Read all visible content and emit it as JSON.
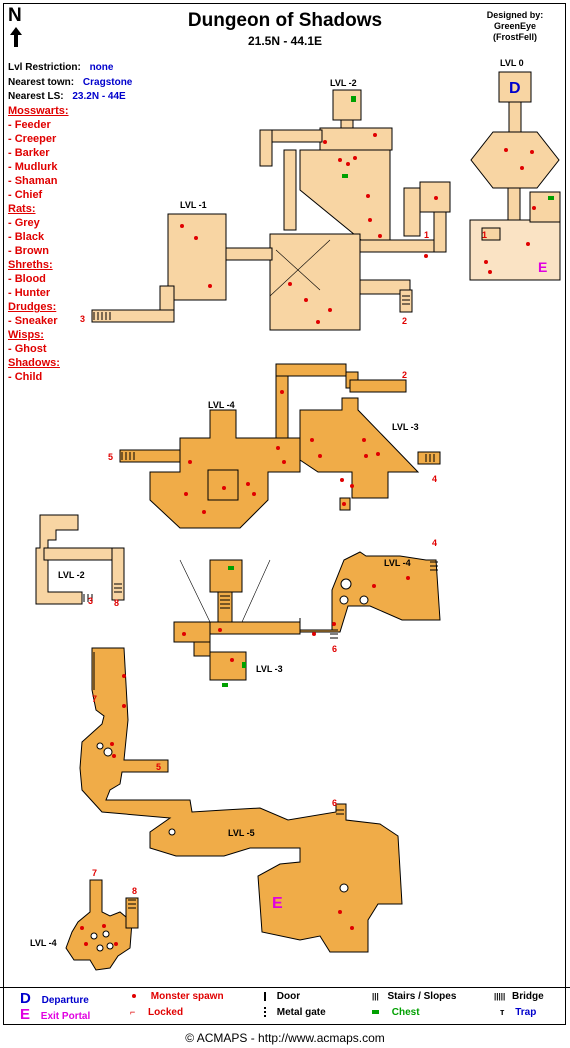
{
  "north_label": "N",
  "title": "Dungeon of Shadows",
  "coordinates": "21.5N - 44.1E",
  "designer": {
    "label": "Designed by:",
    "name": "GreenEye",
    "alias": "(FrostFell)"
  },
  "info": {
    "lvl_restriction_label": "Lvl Restriction:",
    "lvl_restriction_value": "none",
    "nearest_town_label": "Nearest town:",
    "nearest_town_value": "Cragstone",
    "nearest_ls_label": "Nearest LS:",
    "nearest_ls_value": "23.2N - 44E"
  },
  "monsters": [
    {
      "category": "Mosswarts:",
      "entries": [
        "- Feeder",
        "- Creeper",
        "- Barker",
        "- Mudlurk",
        "- Shaman",
        "- Chief"
      ]
    },
    {
      "category": "Rats:",
      "entries": [
        "- Grey",
        "- Black",
        "- Brown"
      ]
    },
    {
      "category": "Shreths:",
      "entries": [
        "- Blood",
        "- Hunter"
      ]
    },
    {
      "category": "Drudges:",
      "entries": [
        "- Sneaker"
      ]
    },
    {
      "category": "Wisps:",
      "entries": [
        "- Ghost"
      ]
    },
    {
      "category": "Shadows:",
      "entries": [
        "- Child"
      ]
    }
  ],
  "level_labels": {
    "lvl0": "LVL 0",
    "lvl_minus2_top": "LVL -2",
    "lvl_minus1": "LVL -1",
    "lvl_minus4_mid": "LVL -4",
    "lvl_minus3_mid": "LVL -3",
    "lvl_minus2_left": "LVL -2",
    "lvl_minus4_right": "LVL -4",
    "lvl_minus3_lower": "LVL -3",
    "lvl_minus5": "LVL -5",
    "lvl_minus4_bottom": "LVL -4"
  },
  "markers": {
    "departure": "D",
    "exit": "E",
    "links": [
      "1",
      "1",
      "2",
      "2",
      "3",
      "3",
      "4",
      "4",
      "5",
      "5",
      "6",
      "6",
      "7",
      "7",
      "8",
      "8"
    ]
  },
  "colors": {
    "room_light": "#f8d5a3",
    "room_dark": "#f0ac48",
    "room_pale": "#fae3c4",
    "spawn": "#e00000",
    "departure": "#0000cc",
    "exit": "#e000e0",
    "chest": "#00a000"
  },
  "legend": {
    "departure_symbol": "D",
    "departure": "Departure",
    "exit_symbol": "E",
    "exit": "Exit Portal",
    "spawn": "Monster spawn",
    "locked": "Locked",
    "door": "Door",
    "metal_gate": "Metal gate",
    "stairs": "Stairs / Slopes",
    "chest": "Chest",
    "bridge": "Bridge",
    "trap": "Trap"
  },
  "copyright": "© ACMAPS - http://www.acmaps.com"
}
